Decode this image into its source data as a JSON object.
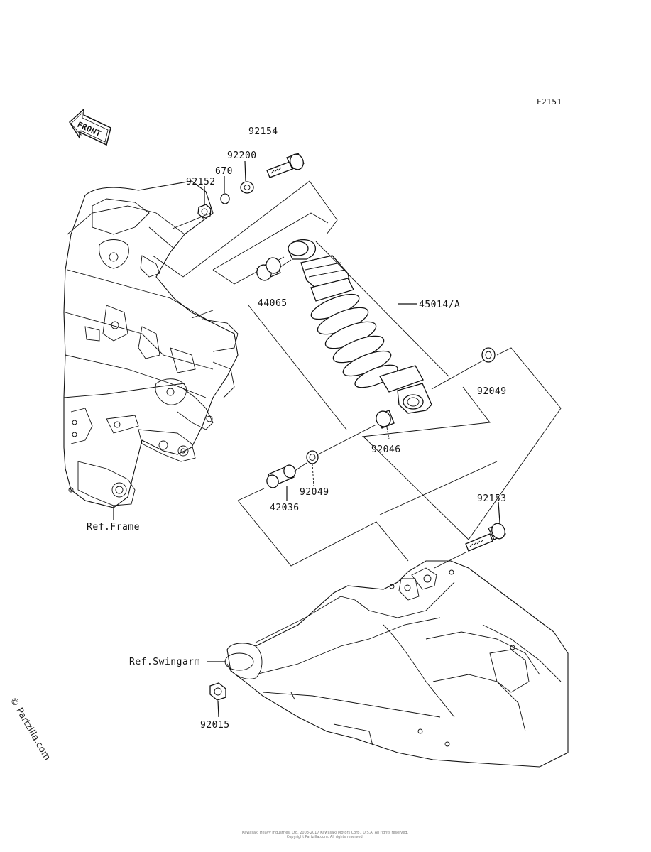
{
  "figure_id": "F2151",
  "front_label": "FRONT",
  "labels": {
    "p92154": "92154",
    "p92200": "92200",
    "p670": "670",
    "p92152": "92152",
    "p44065": "44065",
    "p45014A": "45014/A",
    "p92049_top": "92049",
    "p92046": "92046",
    "p92049_bottom": "92049",
    "p42036": "42036",
    "p92153": "92153",
    "ref_frame": "Ref.Frame",
    "ref_swingarm": "Ref.Swingarm",
    "p92015": "92015"
  },
  "watermark": "© Partzilla.com",
  "copyright_line1": "Kawasaki Heavy Industries, Ltd. 2003-2017 Kawasaki Motors Corp., U.S.A. All rights reserved.",
  "copyright_line2": "Copyright Partzilla.com. All rights reserved."
}
